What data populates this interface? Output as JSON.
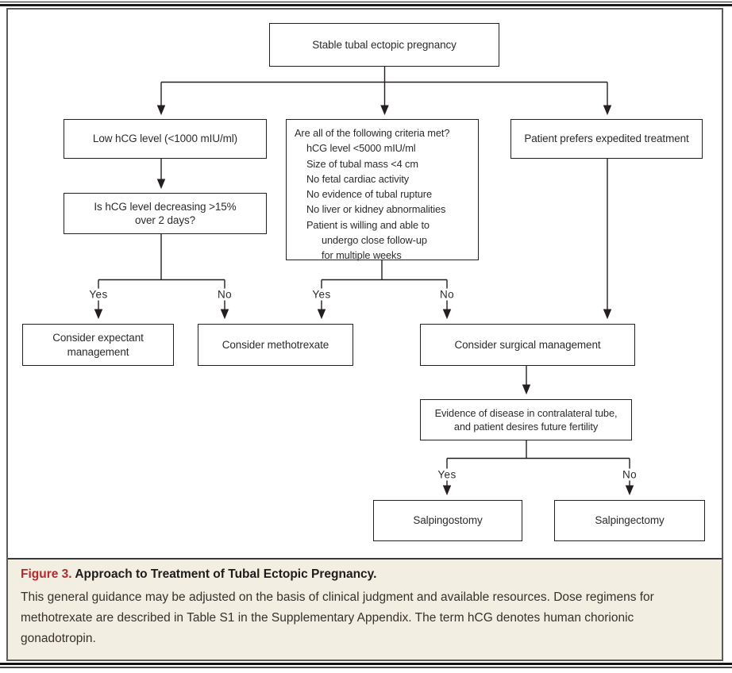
{
  "flow": {
    "nodes": {
      "start": [
        "Stable tubal ectopic pregnancy"
      ],
      "low_hcg": [
        "Low hCG level (<1000 mIU/ml)"
      ],
      "criteria": [
        "Are all of the following criteria met?",
        "hCG level <5000 mIU/ml",
        "Size of tubal mass <4 cm",
        "No fetal cardiac activity",
        "No evidence of tubal rupture",
        "No liver or kidney abnormalities",
        "Patient is willing and able to",
        "undergo close follow-up",
        "for multiple weeks"
      ],
      "expedited": [
        "Patient prefers expedited treatment"
      ],
      "is_hcg": [
        "Is hCG level decreasing >15%",
        "over 2 days?"
      ],
      "expectant": [
        "Consider expectant",
        "management"
      ],
      "methotrexate": [
        "Consider methotrexate"
      ],
      "surgical": [
        "Consider surgical management"
      ],
      "evidence": [
        "Evidence of disease in contralateral tube,",
        "and patient desires future fertility"
      ],
      "salpingostomy": [
        "Salpingostomy"
      ],
      "salpingectomy": [
        "Salpingectomy"
      ]
    },
    "edge_labels": [
      "Yes",
      "No",
      "Yes",
      "No",
      "Yes",
      "No"
    ]
  },
  "caption": {
    "figure_label": "Figure 3.",
    "title": "Approach to Treatment of Tubal Ectopic Pregnancy.",
    "body": "This general guidance may be adjusted on the basis of clinical judgment and available resources. Dose regimens for methotrexate are described in Table S1 in the Supplementary Appendix. The term hCG denotes human chorionic gonadotropin."
  },
  "colors": {
    "accent_red": "#b5282e",
    "caption_bg": "#f3eee2",
    "line": "#231f20"
  }
}
